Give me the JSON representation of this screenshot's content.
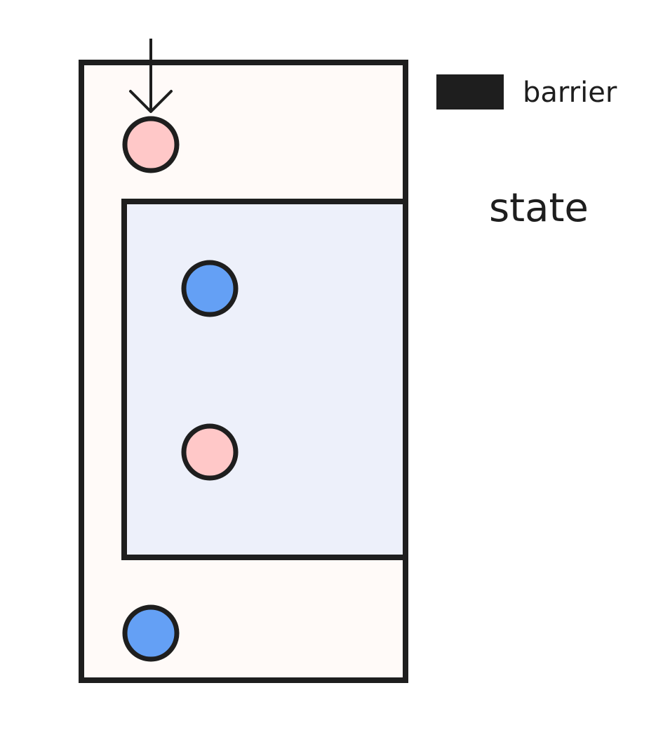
{
  "legend": {
    "label": "barrier",
    "swatch_color": "#1e1e1e"
  },
  "state_label": "state",
  "colors": {
    "outer_fill": "#fffaf8",
    "inner_fill": "#edf0fa",
    "stroke": "#1e1e1e",
    "pink_node": "#ffc8c8",
    "blue_node": "#64a0f5"
  },
  "nodes": [
    {
      "name": "pink-node-top",
      "color": "pink"
    },
    {
      "name": "blue-node-inner-top",
      "color": "blue"
    },
    {
      "name": "pink-node-inner-bottom",
      "color": "pink"
    },
    {
      "name": "blue-node-bottom",
      "color": "blue"
    }
  ]
}
